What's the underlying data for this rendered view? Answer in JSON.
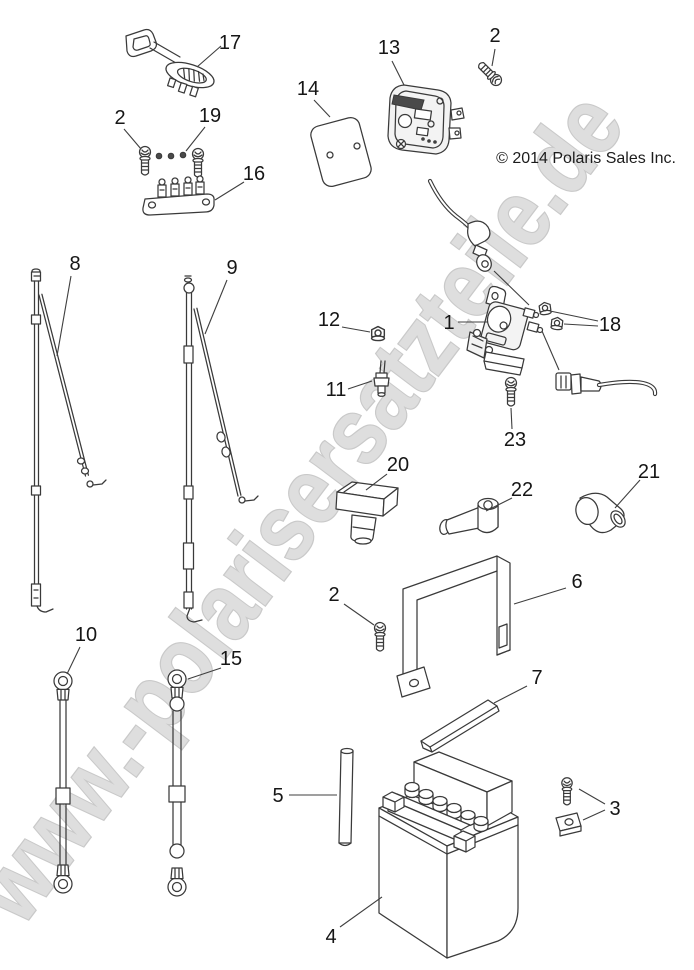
{
  "watermark": {
    "text": "www.-polarisersatzteile.de",
    "fill": "#dedede",
    "outline": "#c9c9c9"
  },
  "copyright": {
    "text": "© 2014 Polaris Sales Inc."
  },
  "labels": {
    "n1": "1",
    "n2": "2",
    "n3": "3",
    "n4": "4",
    "n5": "5",
    "n6": "6",
    "n7": "7",
    "n8": "8",
    "n9": "9",
    "n10": "10",
    "n11": "11",
    "n12": "12",
    "n13": "13",
    "n14": "14",
    "n15": "15",
    "n16": "16",
    "n17": "17",
    "n18": "18",
    "n19": "19",
    "n20": "20",
    "n21": "21",
    "n22": "22",
    "n23": "23"
  }
}
